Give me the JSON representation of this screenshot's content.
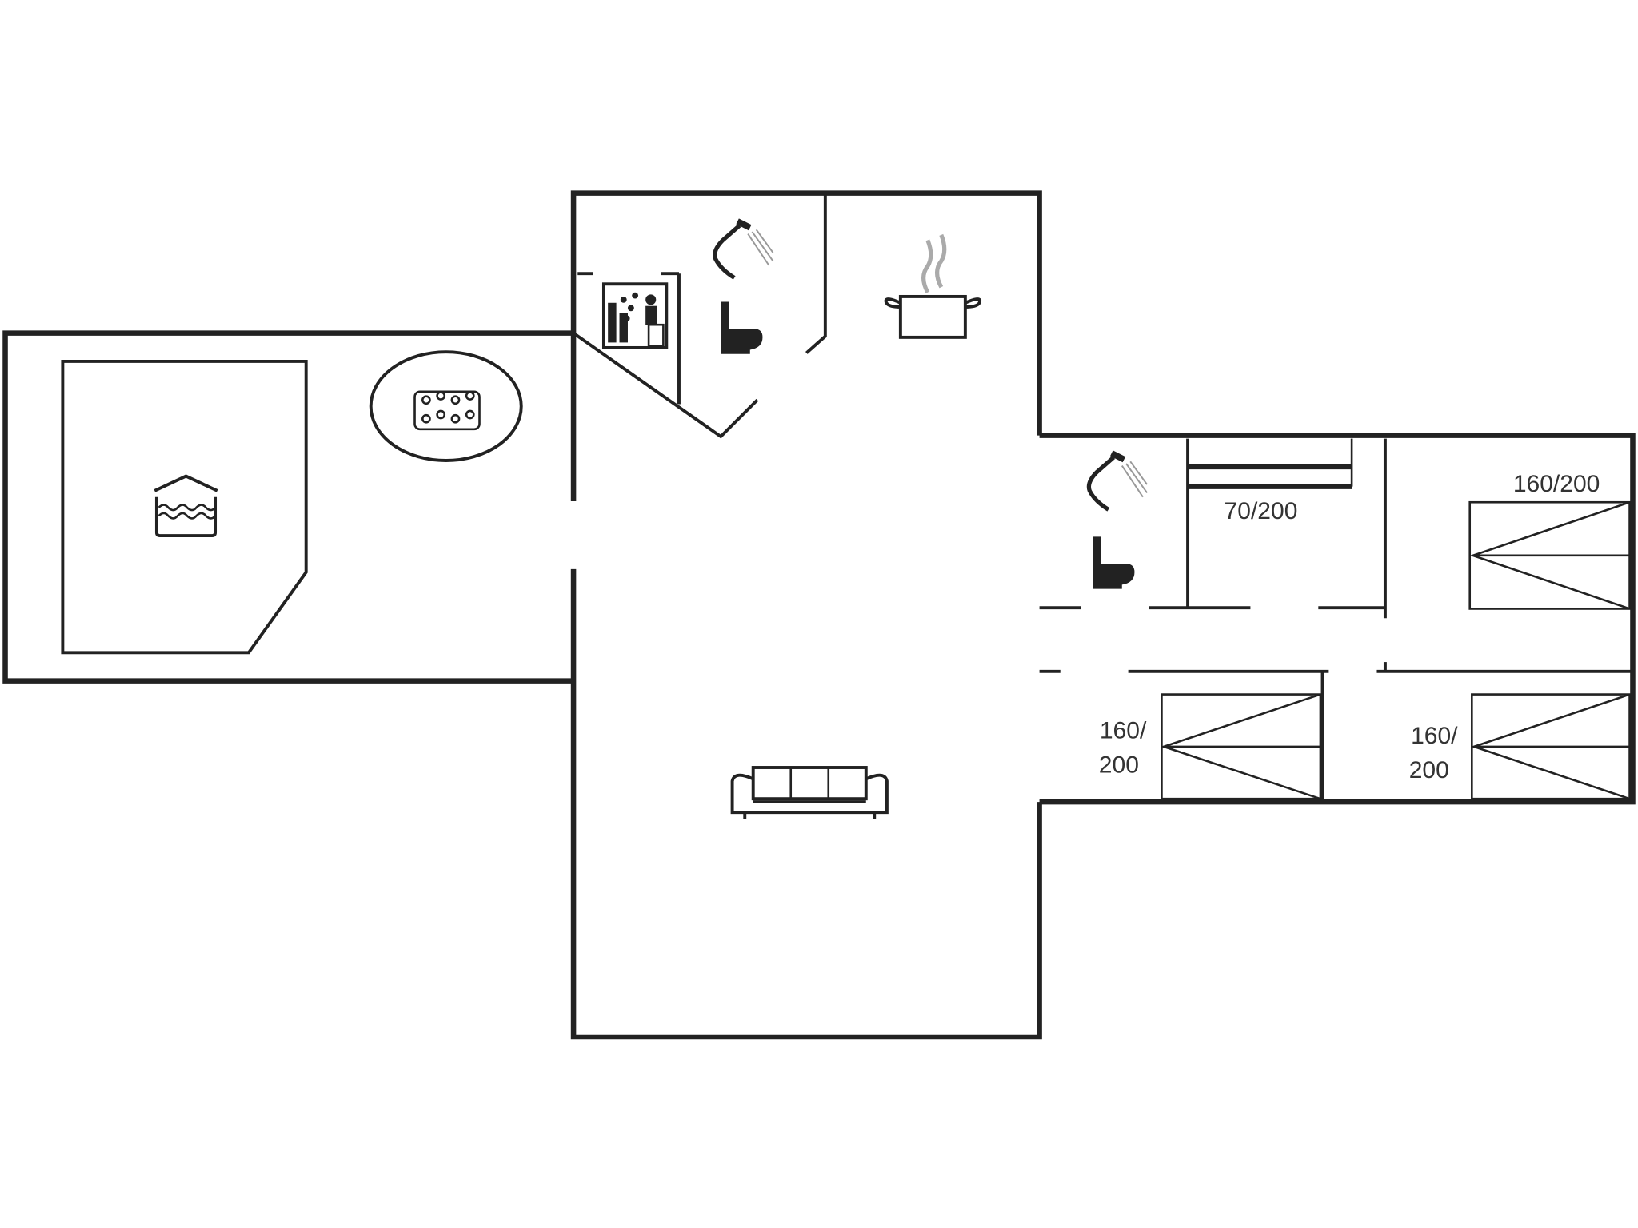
{
  "floorplan": {
    "beds": [
      {
        "label": "70/200"
      },
      {
        "label": "160/200"
      },
      {
        "label_line1": "160/",
        "label_line2": "200"
      },
      {
        "label_line1": "160/",
        "label_line2": "200"
      }
    ],
    "icons": [
      "pool-icon",
      "hot-tub-icon",
      "sauna-icon",
      "shower-icon",
      "toilet-icon",
      "cooking-pot-icon",
      "sofa-icon"
    ],
    "colors": {
      "line": "#222222",
      "steam": "#aaaaaa",
      "background": "#ffffff"
    }
  }
}
